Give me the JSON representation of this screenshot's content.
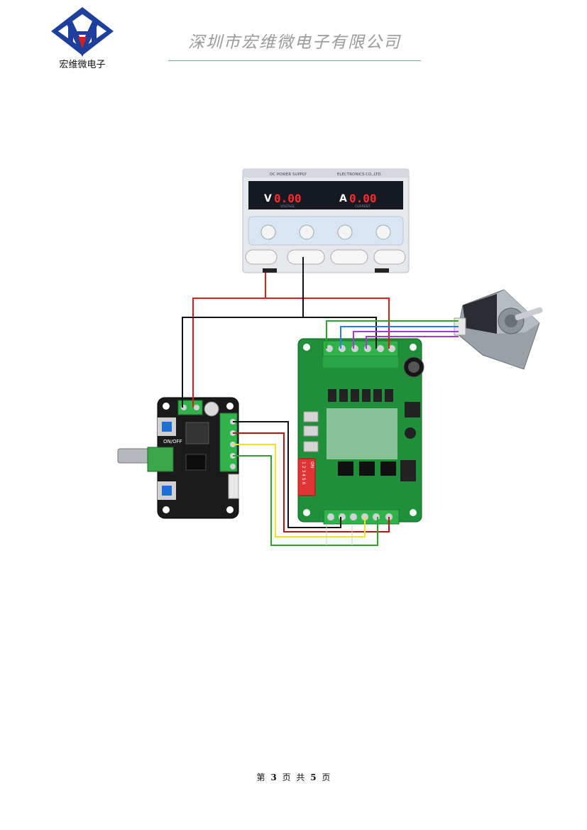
{
  "header": {
    "logo_text": "宏维微电子",
    "company_name": "深圳市宏维微电子有限公司"
  },
  "power_supply": {
    "title_left": "DC POWER SUPPLY",
    "title_right": "ELECTRONICS CO.,LTD.",
    "voltage_letter": "V",
    "voltage_reading": "0.00",
    "voltage_caption": "VOLTAGE",
    "current_letter": "A",
    "current_reading": "0.00",
    "current_caption": "CURRENT"
  },
  "controller": {
    "switch_label": "ON/OFF"
  },
  "driver": {
    "dip_numbers": "1 2 3 4 5 6",
    "dip_on": "ON"
  },
  "footer": {
    "page_label_a": "第",
    "page_num": "3",
    "page_label_b": "页 共",
    "total_pages": "5",
    "page_label_c": "页"
  },
  "colors": {
    "accent_line": "#7fa7cf",
    "logo_blue": "#1f3f9c",
    "logo_red": "#d02020",
    "board_green": "#1f8f3a",
    "wire_red": "#e21a1a",
    "wire_black": "#111111",
    "wire_green": "#2aa52a",
    "wire_blue": "#2d7be6",
    "wire_purple": "#a23cd6",
    "wire_yellow": "#f4e21a"
  }
}
